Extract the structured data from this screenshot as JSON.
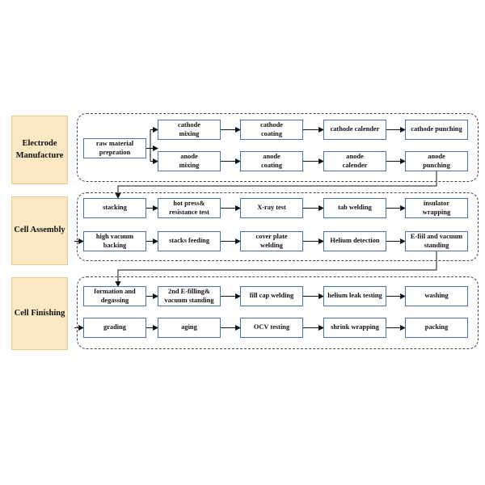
{
  "phases": [
    {
      "label": "Electrode\nManufacture",
      "steps": [
        {
          "id": "raw",
          "text": "raw material\nprepration"
        },
        {
          "id": "cmix",
          "text": "cathode\nmixing"
        },
        {
          "id": "ccoat",
          "text": "cathode\ncoating"
        },
        {
          "id": "ccal",
          "text": "cathode calender"
        },
        {
          "id": "cpunch",
          "text": "cathode punching"
        },
        {
          "id": "amix",
          "text": "anode\nmixing"
        },
        {
          "id": "acoat",
          "text": "anode\ncoating"
        },
        {
          "id": "acal",
          "text": "anode\ncalender"
        },
        {
          "id": "apunch",
          "text": "anode\npunching"
        }
      ]
    },
    {
      "label": "Cell Assembly",
      "steps": [
        {
          "id": "stack",
          "text": "stacking"
        },
        {
          "id": "hotpress",
          "text": "hot press&\nresistance test"
        },
        {
          "id": "xray",
          "text": "X-ray test"
        },
        {
          "id": "tab",
          "text": "tab welding"
        },
        {
          "id": "insul",
          "text": "insulator\nwrapping"
        },
        {
          "id": "hvb",
          "text": "high vacuum\nbacking"
        },
        {
          "id": "feed",
          "text": "stacks feeding"
        },
        {
          "id": "cover",
          "text": "cover plate\nwelding"
        },
        {
          "id": "he",
          "text": "Helium detection"
        },
        {
          "id": "efill",
          "text": "E-fiil and vacuum\nstanding"
        }
      ]
    },
    {
      "label": "Cell Finishing",
      "steps": [
        {
          "id": "form",
          "text": "formation and\ndegassing"
        },
        {
          "id": "e2",
          "text": "2nd E-filling&\nvacuum standing"
        },
        {
          "id": "fillcap",
          "text": "fill cap welding"
        },
        {
          "id": "heleak",
          "text": "helium leak testing"
        },
        {
          "id": "wash",
          "text": "washing"
        },
        {
          "id": "grade",
          "text": "grading"
        },
        {
          "id": "aging",
          "text": "aging"
        },
        {
          "id": "ocv",
          "text": "OCV testing"
        },
        {
          "id": "shrink",
          "text": "shrink wrapping"
        },
        {
          "id": "pack",
          "text": "packing"
        }
      ]
    }
  ]
}
